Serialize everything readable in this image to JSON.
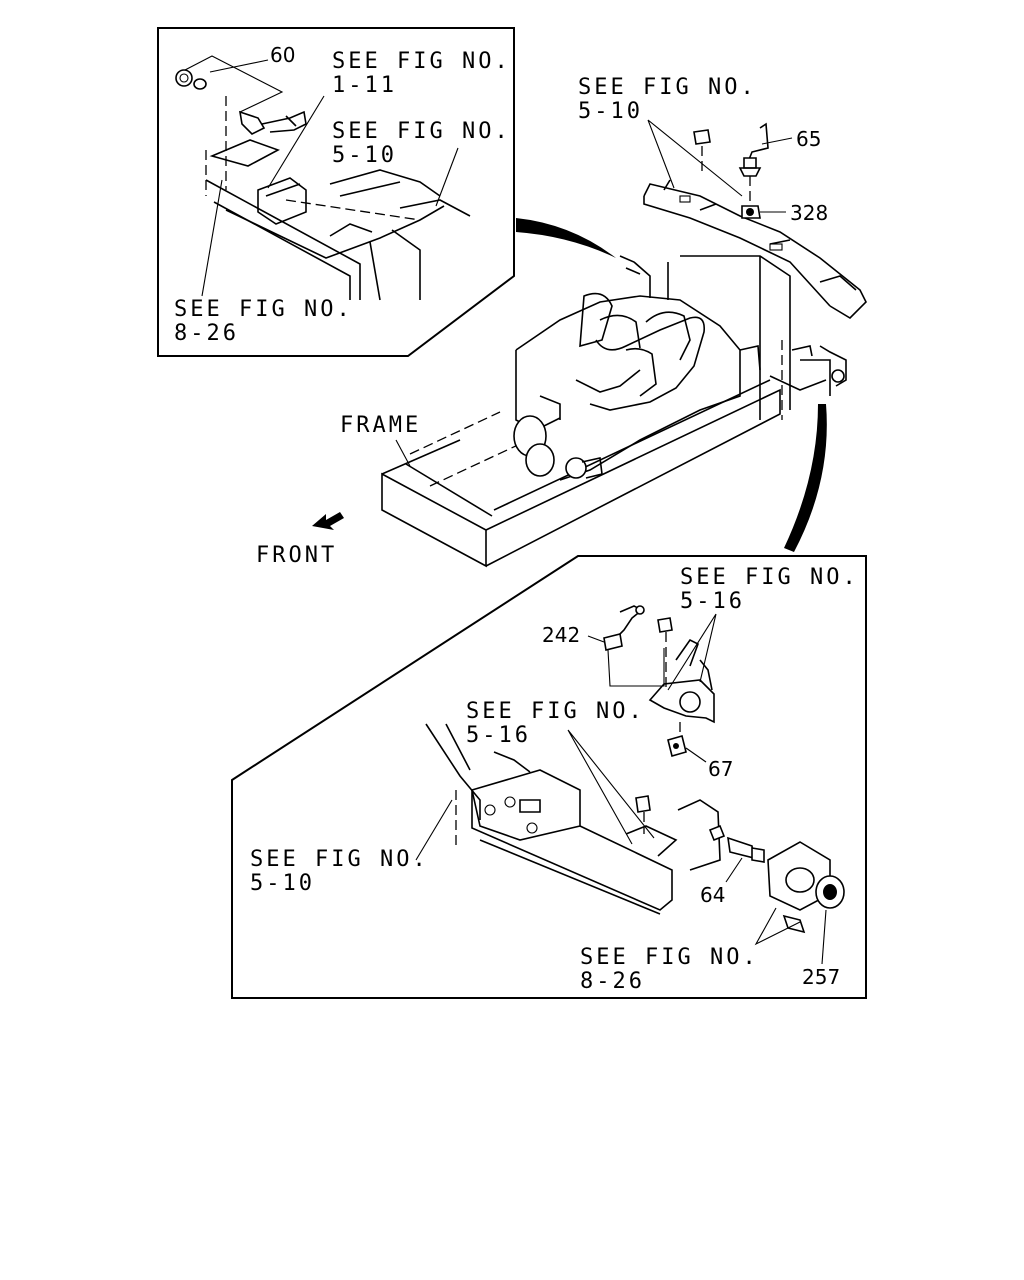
{
  "labels": {
    "ref_top_1_11": [
      "SEE FIG NO.",
      "1-11"
    ],
    "ref_top_5_10": [
      "SEE FIG NO.",
      "5-10"
    ],
    "ref_top_8_26": [
      "SEE FIG NO.",
      "8-26"
    ],
    "ref_right_5_10": [
      "SEE FIG NO.",
      "5-10"
    ],
    "ref_bottom_5_16_a": [
      "SEE FIG NO.",
      "5-16"
    ],
    "ref_bottom_5_16_b": [
      "SEE FIG NO.",
      "5-16"
    ],
    "ref_bottom_5_10": [
      "SEE FIG NO.",
      "5-10"
    ],
    "ref_bottom_8_26": [
      "SEE FIG NO.",
      "8-26"
    ],
    "frame": "FRAME",
    "front": "FRONT"
  },
  "part_numbers": {
    "p60": "60",
    "p65": "65",
    "p328": "328",
    "p242": "242",
    "p67": "67",
    "p64": "64",
    "p257": "257"
  }
}
